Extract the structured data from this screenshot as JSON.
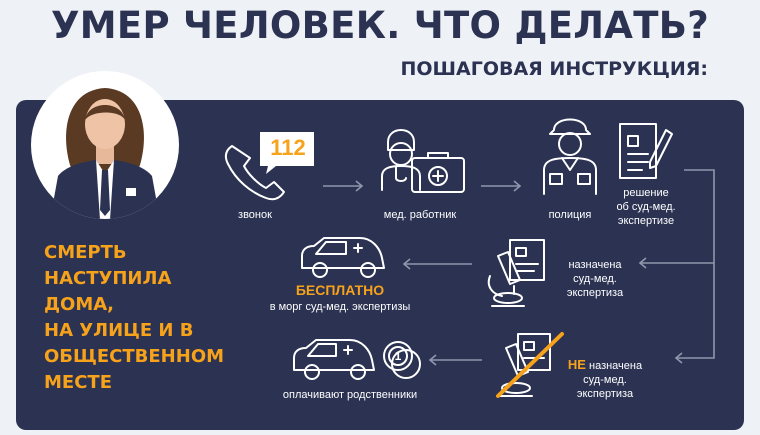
{
  "header": {
    "title": "УМЕР ЧЕЛОВЕК. ЧТО ДЕЛАТЬ?",
    "subtitle": "ПОШАГОВАЯ ИНСТРУКЦИЯ:"
  },
  "main_text": [
    "СМЕРТЬ",
    "НАСТУПИЛА",
    "ДОМА,",
    "НА УЛИЦЕ И В",
    "ОБЩЕСТВЕННОМ",
    "МЕСТЕ"
  ],
  "steps": {
    "call_number": "112",
    "call": "звонок",
    "medic": "мед. работник",
    "police": "полиция",
    "decision": [
      "решение",
      "об суд-мед.",
      "экспертизе"
    ],
    "assigned": [
      "назначена",
      "суд-мед.",
      "экспертиза"
    ],
    "free_label": "БЕСПЛАТНО",
    "free_desc": "в морг суд-мед. экспертизы",
    "not_prefix": "НЕ",
    "not_assigned": [
      " назначена",
      "суд-мед.",
      "экспертиза"
    ],
    "paid_desc": "оплачивают родственники",
    "coin": "1"
  },
  "colors": {
    "panel": "#2b3252",
    "accent": "#f7a21b",
    "title": "#2b3252",
    "background": "#eef1f6"
  }
}
